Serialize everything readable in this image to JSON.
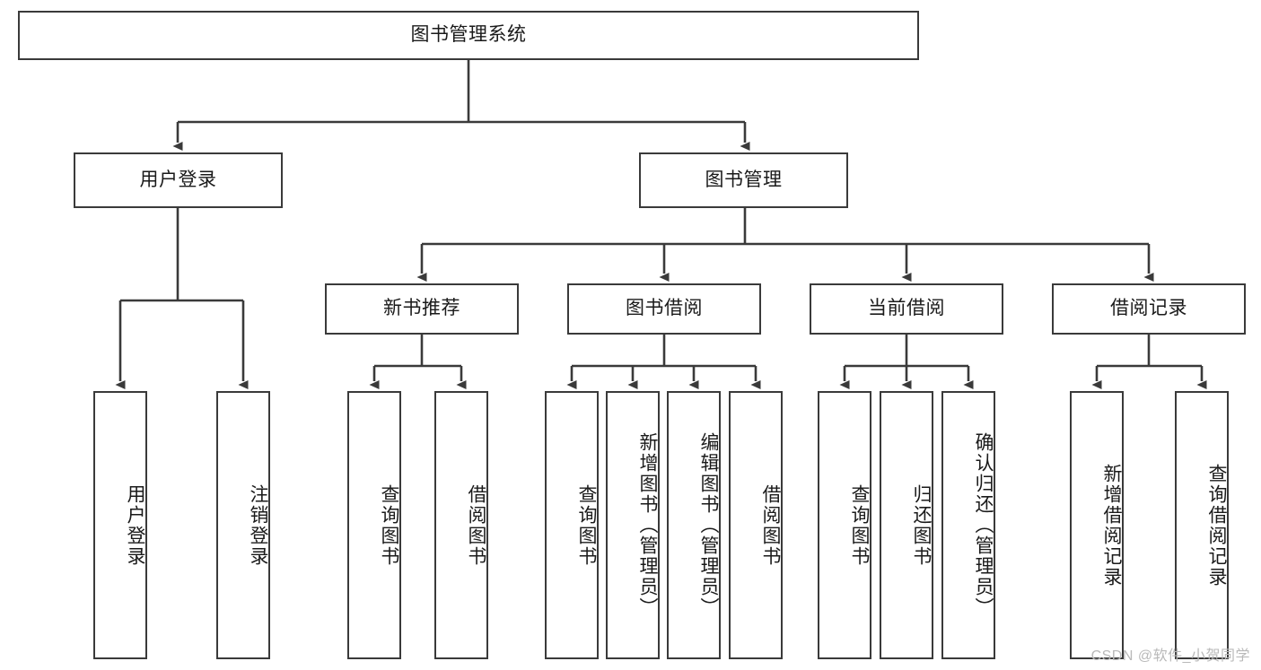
{
  "diagram": {
    "type": "tree",
    "title": "图书管理系统",
    "watermark": "CSDN @软件_小贺同学",
    "colors": {
      "box_border": "#3a3a3a",
      "box_fill": "#ffffff",
      "connector": "#3a3a3a",
      "text": "#1a1a1a",
      "watermark": "#b9b9b9"
    },
    "root": {
      "label": "图书管理系统"
    },
    "level2": [
      {
        "label": "用户登录"
      },
      {
        "label": "图书管理"
      }
    ],
    "level3": [
      {
        "label": "新书推荐"
      },
      {
        "label": "图书借阅"
      },
      {
        "label": "当前借阅"
      },
      {
        "label": "借阅记录"
      }
    ],
    "leaves": {
      "user_login": [
        {
          "label": "用户登录"
        },
        {
          "label": "注销登录"
        }
      ],
      "new_book_recommend": [
        {
          "label": "查询图书"
        },
        {
          "label": "借阅图书"
        }
      ],
      "book_borrow": [
        {
          "label": "查询图书"
        },
        {
          "label": "新增图书（管理员）"
        },
        {
          "label": "编辑图书（管理员）"
        },
        {
          "label": "借阅图书"
        }
      ],
      "current_borrow": [
        {
          "label": "查询图书"
        },
        {
          "label": "归还图书"
        },
        {
          "label": "确认归还（管理员）"
        }
      ],
      "borrow_record": [
        {
          "label": "新增借阅记录"
        },
        {
          "label": "查询借阅记录"
        }
      ]
    }
  }
}
